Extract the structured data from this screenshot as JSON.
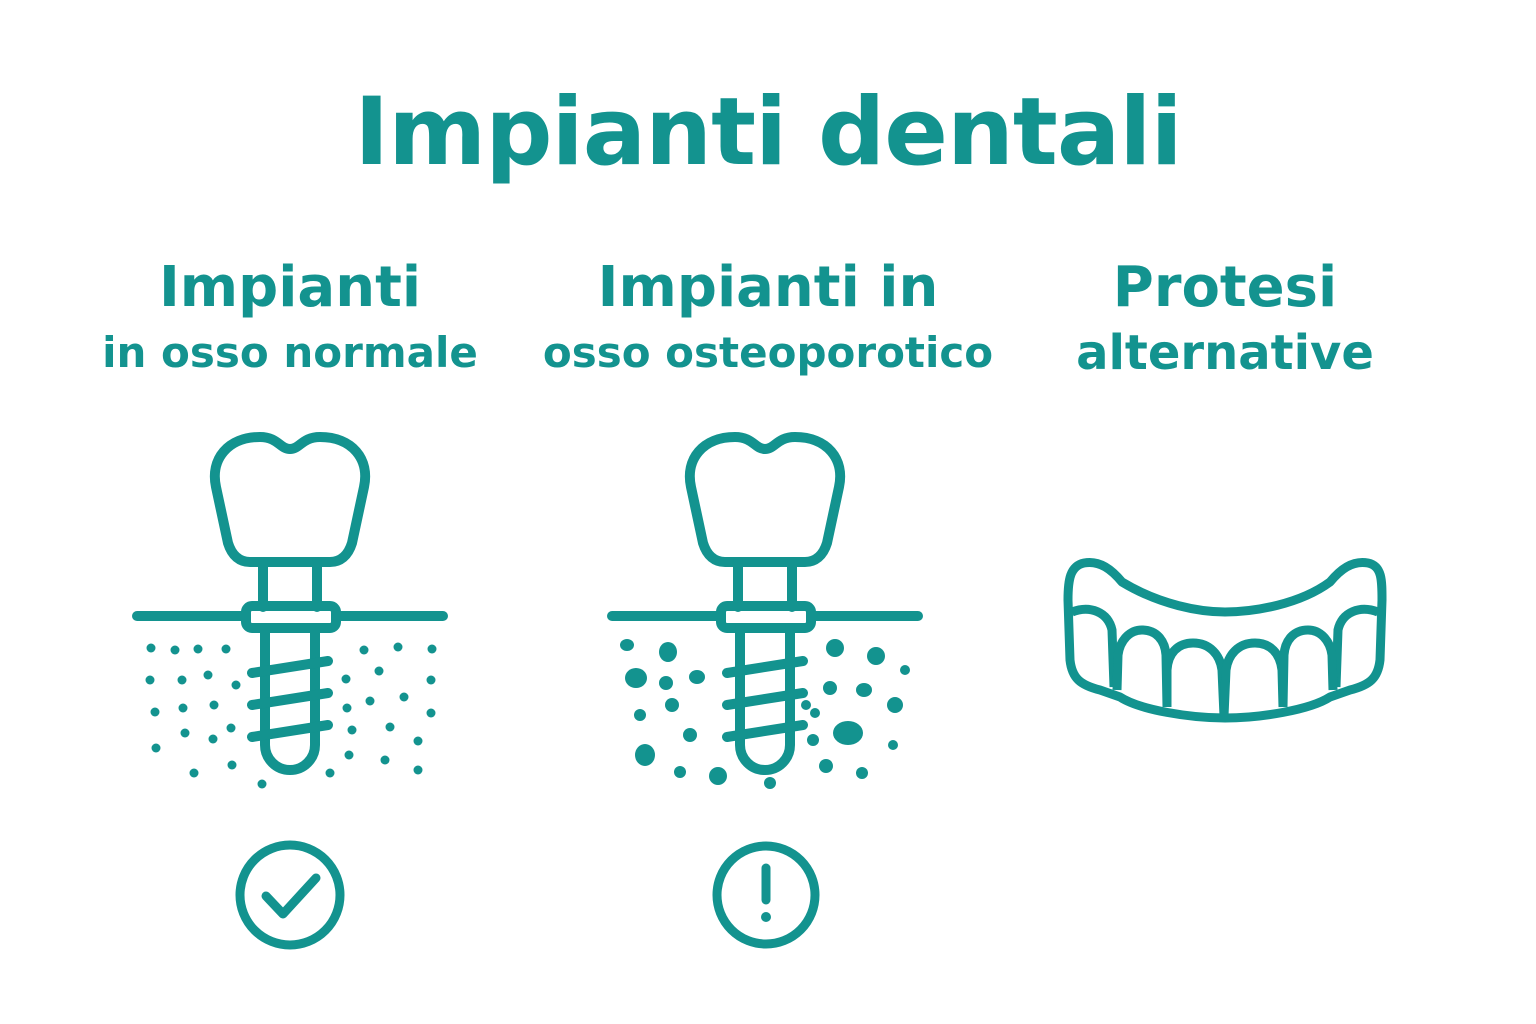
{
  "title": "Impianti dentali",
  "columns": [
    {
      "line1": "Impianti",
      "line2": "in osso normale",
      "status_icon": "check-circle-icon"
    },
    {
      "line1": "Impianti in",
      "line2": "osso osteoporotico",
      "status_icon": "exclamation-circle-icon"
    },
    {
      "line1": "Protesi",
      "line2": "alternative",
      "status_icon": "denture-icon"
    }
  ],
  "colors": {
    "accent": "#13938f",
    "background": "#ffffff"
  }
}
